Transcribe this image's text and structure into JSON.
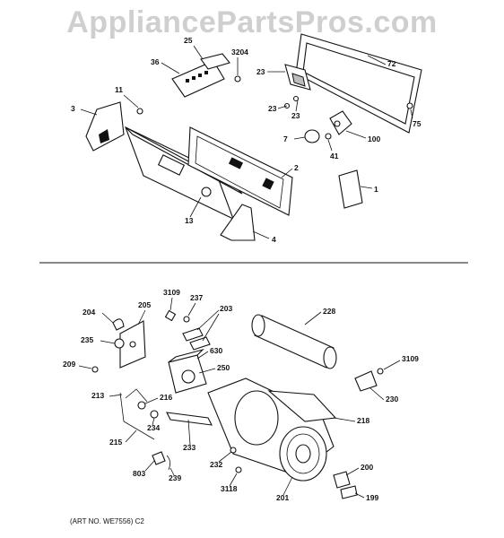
{
  "watermark": "AppliancePartsPros.com",
  "art_number": "(ART NO. WE7556) C2",
  "upper_labels": [
    "25",
    "3204",
    "36",
    "11",
    "3",
    "23",
    "72",
    "23",
    "23",
    "75",
    "100",
    "7",
    "41",
    "2",
    "13",
    "1",
    "4"
  ],
  "lower_labels": [
    "3109",
    "237",
    "205",
    "203",
    "204",
    "228",
    "235",
    "630",
    "209",
    "250",
    "3109",
    "213",
    "216",
    "230",
    "234",
    "218",
    "215",
    "233",
    "232",
    "200",
    "803",
    "239",
    "3118",
    "201",
    "199"
  ]
}
